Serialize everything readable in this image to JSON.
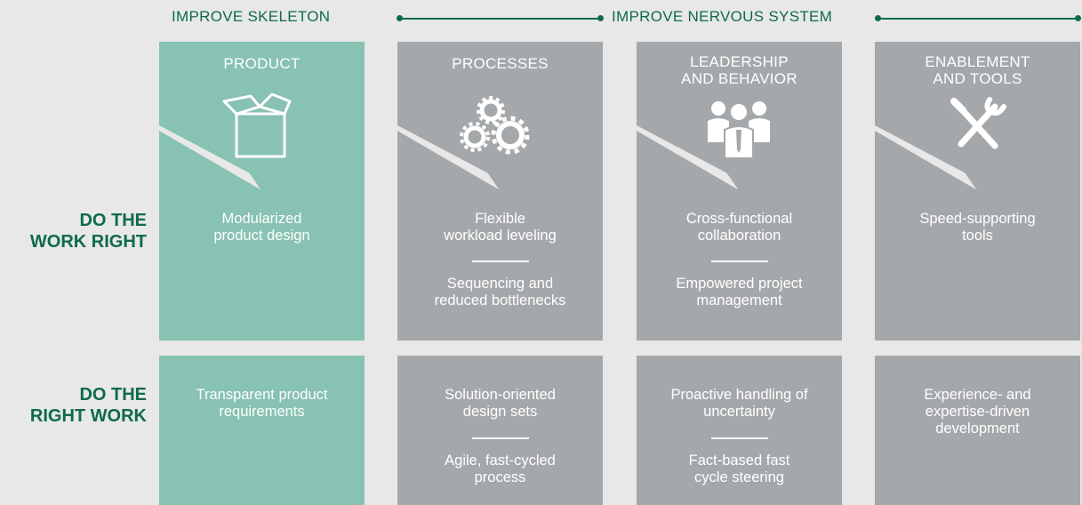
{
  "headers": {
    "skeleton": "IMPROVE SKELETON",
    "nervous": "IMPROVE NERVOUS SYSTEM"
  },
  "rows": {
    "work_right": "DO THE\nWORK RIGHT",
    "right_work": "DO THE\nRIGHT WORK"
  },
  "colors": {
    "accent": "#0e6b4a",
    "product": "#87c2b2",
    "grey": "#a5a8ab",
    "background": "#e8e8e9"
  },
  "columns": [
    {
      "title": "PRODUCT",
      "icon": "box-icon",
      "work_right": [
        "Modularized\nproduct design"
      ],
      "right_work": [
        "Transparent product\nrequirements"
      ]
    },
    {
      "title": "PROCESSES",
      "icon": "gears-icon",
      "work_right": [
        "Flexible\nworkload leveling",
        "Sequencing and\nreduced bottlenecks"
      ],
      "right_work": [
        "Solution-oriented\ndesign sets",
        "Agile, fast-cycled\nprocess"
      ]
    },
    {
      "title": "LEADERSHIP\nAND BEHAVIOR",
      "icon": "team-icon",
      "work_right": [
        "Cross-functional\ncollaboration",
        "Empowered project\nmanagement"
      ],
      "right_work": [
        "Proactive handling of\nuncertainty",
        "Fact-based fast\ncycle steering"
      ]
    },
    {
      "title": "ENABLEMENT\nAND TOOLS",
      "icon": "tools-icon",
      "work_right": [
        "Speed-supporting\ntools"
      ],
      "right_work": [
        "Experience- and\nexpertise-driven\ndevelopment"
      ]
    }
  ]
}
